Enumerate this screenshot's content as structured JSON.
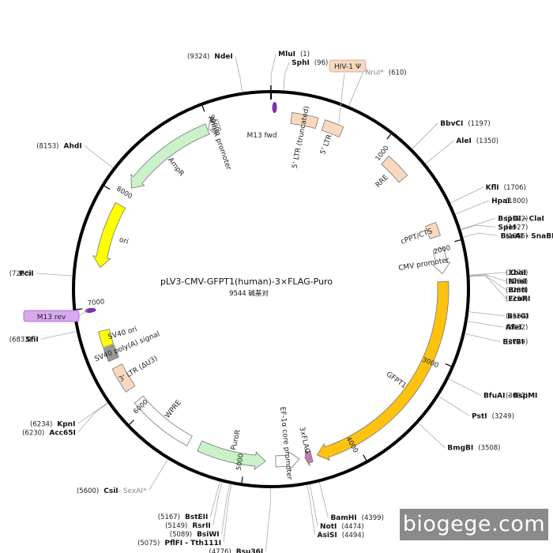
{
  "plasmid": {
    "name": "pLV3-CMV-GFPT1(human)-3×FLAG-Puro",
    "length_label": "9544 碱基对",
    "length": 9544
  },
  "ticks": [
    {
      "pos": 1000,
      "label": "1000"
    },
    {
      "pos": 2000,
      "label": "2000"
    },
    {
      "pos": 3000,
      "label": "3000"
    },
    {
      "pos": 4000,
      "label": "4000"
    },
    {
      "pos": 5000,
      "label": "5000"
    },
    {
      "pos": 6000,
      "label": "6000"
    },
    {
      "pos": 7000,
      "label": "7000"
    },
    {
      "pos": 8000,
      "label": "8000"
    },
    {
      "pos": 9000,
      "label": "9000"
    }
  ],
  "sites": [
    {
      "name": "MluI",
      "pos_label": "(1)",
      "pos": 1,
      "side": "left-pos"
    },
    {
      "name": "SphI",
      "pos_label": "(96)",
      "pos": 96,
      "side": "right"
    },
    {
      "name": "NruI*",
      "pos_label": "(610)",
      "pos": 610,
      "side": "right",
      "dim": true
    },
    {
      "name": "BbvCI",
      "pos_label": "(1197)",
      "pos": 1197,
      "side": "right"
    },
    {
      "name": "AleI",
      "pos_label": "(1350)",
      "pos": 1350,
      "side": "right"
    },
    {
      "name": "KflI",
      "pos_label": "(1706)",
      "pos": 1706,
      "side": "right"
    },
    {
      "name": "HpaI",
      "pos_label": "(1800)",
      "pos": 1800,
      "side": "right"
    },
    {
      "name": "BspDI - ClaI",
      "pos_label": "(1922)",
      "pos": 1922,
      "side": "right"
    },
    {
      "name": "SpeI",
      "pos_label": "(1927)",
      "pos": 1927,
      "side": "right"
    },
    {
      "name": "BsaAI - SnaBI",
      "pos_label": "(1985)",
      "pos": 1985,
      "side": "right"
    },
    {
      "name": "XbaI",
      "pos_label": "(2278)",
      "pos": 2278,
      "side": "right"
    },
    {
      "name": "NheI",
      "pos_label": "(2284)",
      "pos": 2284,
      "side": "right"
    },
    {
      "name": "BmtI",
      "pos_label": "(2288)",
      "pos": 2288,
      "side": "right"
    },
    {
      "name": "EcoRI",
      "pos_label": "(2290)",
      "pos": 2290,
      "side": "right"
    },
    {
      "name": "BsrGI",
      "pos_label": "(2559)",
      "pos": 2559,
      "side": "right"
    },
    {
      "name": "AfeI",
      "pos_label": "(2632)",
      "pos": 2632,
      "side": "right"
    },
    {
      "name": "BstBI",
      "pos_label": "(2729)",
      "pos": 2729,
      "side": "right"
    },
    {
      "name": "BfuAI - BspMI",
      "pos_label": "(3097)",
      "pos": 3097,
      "side": "right"
    },
    {
      "name": "PstI",
      "pos_label": "(3249)",
      "pos": 3249,
      "side": "right"
    },
    {
      "name": "BmgBI",
      "pos_label": "(3508)",
      "pos": 3508,
      "side": "right"
    },
    {
      "name": "BamHI",
      "pos_label": "(4399)",
      "pos": 4399,
      "side": "right"
    },
    {
      "name": "NotI",
      "pos_label": "(4474)",
      "pos": 4474,
      "side": "right"
    },
    {
      "name": "AsiSI",
      "pos_label": "(4494)",
      "pos": 4494,
      "side": "right"
    },
    {
      "name": "Bsu36I",
      "pos_label": "(4776)",
      "pos": 4776,
      "side": "left"
    },
    {
      "name": "PflFI - Tth111I",
      "pos_label": "(5075)",
      "pos": 5075,
      "side": "left"
    },
    {
      "name": "BsiWI",
      "pos_label": "(5089)",
      "pos": 5089,
      "side": "left"
    },
    {
      "name": "RsrII",
      "pos_label": "(5149)",
      "pos": 5149,
      "side": "left"
    },
    {
      "name": "BstEII",
      "pos_label": "(5167)",
      "pos": 5167,
      "side": "left"
    },
    {
      "name": "CsiI",
      "extra": " - SexAI*",
      "pos_label": "(5600)",
      "pos": 5600,
      "side": "left"
    },
    {
      "name": "Acc65I",
      "pos_label": "(6230)",
      "pos": 6230,
      "side": "left"
    },
    {
      "name": "KpnI",
      "pos_label": "(6234)",
      "pos": 6234,
      "side": "left"
    },
    {
      "name": "SfiI",
      "pos_label": "(6833)",
      "pos": 6833,
      "side": "left"
    },
    {
      "name": "PciI",
      "pos_label": "(7260)",
      "pos": 7260,
      "side": "left"
    },
    {
      "name": "AhdI",
      "pos_label": "(8153)",
      "pos": 8153,
      "side": "left"
    },
    {
      "name": "NdeI",
      "pos_label": "(9324)",
      "pos": 9324,
      "side": "left"
    }
  ],
  "features": [
    {
      "name": "5' LTR (truncated)",
      "type": "box",
      "start": 180,
      "end": 410,
      "color": "#f8d9bf"
    },
    {
      "name": "5' LTR",
      "type": "box",
      "start": 470,
      "end": 640,
      "color": "#f8d9bf"
    },
    {
      "name": "RRE",
      "type": "box",
      "start": 1100,
      "end": 1330,
      "color": "#f8d9bf"
    },
    {
      "name": "cPPT/CTS",
      "type": "box",
      "start": 1800,
      "end": 1920,
      "color": "#f8d9bf"
    },
    {
      "name": "CMV promoter",
      "type": "arrow",
      "start": 2030,
      "end": 2250,
      "dir": 1,
      "color": "#ffffff"
    },
    {
      "name": "GFPT1",
      "type": "arrow",
      "start": 2320,
      "end": 4360,
      "dir": 1,
      "color": "#ffc20e"
    },
    {
      "name": "3xFLAG",
      "type": "arrow",
      "start": 4410,
      "end": 4470,
      "dir": 1,
      "color": "#c47ab0"
    },
    {
      "name": "EF-1α core promoter",
      "type": "arrow",
      "start": 4520,
      "end": 4730,
      "dir": -1,
      "color": "#ffffff"
    },
    {
      "name": "PuroR",
      "type": "arrow",
      "start": 4820,
      "end": 5420,
      "dir": -1,
      "color": "#c9f2c8"
    },
    {
      "name": "WPRE",
      "type": "box",
      "start": 5520,
      "end": 6100,
      "color": "#ffffff"
    },
    {
      "name": "3' LTR (ΔU3)",
      "type": "box",
      "start": 6220,
      "end": 6450,
      "color": "#f8d9bf"
    },
    {
      "name": "SV40 poly(A) signal",
      "type": "box",
      "start": 6520,
      "end": 6640,
      "color": "#999999"
    },
    {
      "name": "SV40 ori",
      "type": "box",
      "start": 6650,
      "end": 6790,
      "color": "#ffff00"
    },
    {
      "name": "ori",
      "type": "arrow",
      "start": 7350,
      "end": 7930,
      "dir": -1,
      "color": "#ffff00"
    },
    {
      "name": "AmpR",
      "type": "arrow",
      "start": 8110,
      "end": 8970,
      "dir": -1,
      "color": "#c9f2c8"
    },
    {
      "name": "AmpR promoter",
      "type": "arrow",
      "start": 8980,
      "end": 9080,
      "dir": -1,
      "color": "#ffffff"
    }
  ],
  "primers": [
    {
      "name": "M13 fwd",
      "pos": 30
    },
    {
      "name": "M13 rev",
      "pos": 6980
    }
  ],
  "callouts": [
    {
      "name": "HIV-1 Ψ",
      "pos": 590
    }
  ],
  "watermark": "biogege.com"
}
